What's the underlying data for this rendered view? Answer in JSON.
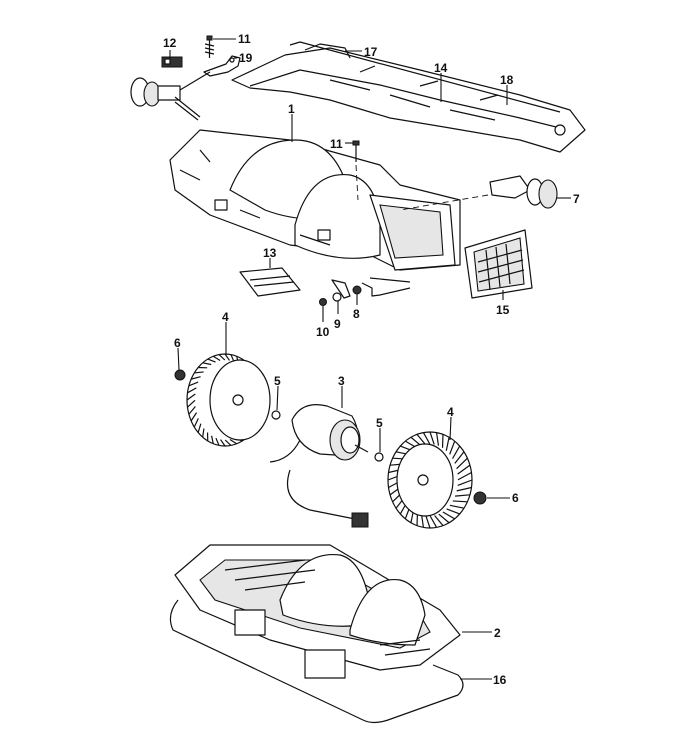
{
  "diagram": {
    "title": "Blower housing exploded parts view",
    "callouts": [
      "12",
      "11",
      "19",
      "17",
      "14",
      "18",
      "1",
      "11",
      "7",
      "13",
      "15",
      "10",
      "9",
      "8",
      "6",
      "4",
      "5",
      "3",
      "5",
      "4",
      "6",
      "2",
      "16"
    ]
  }
}
